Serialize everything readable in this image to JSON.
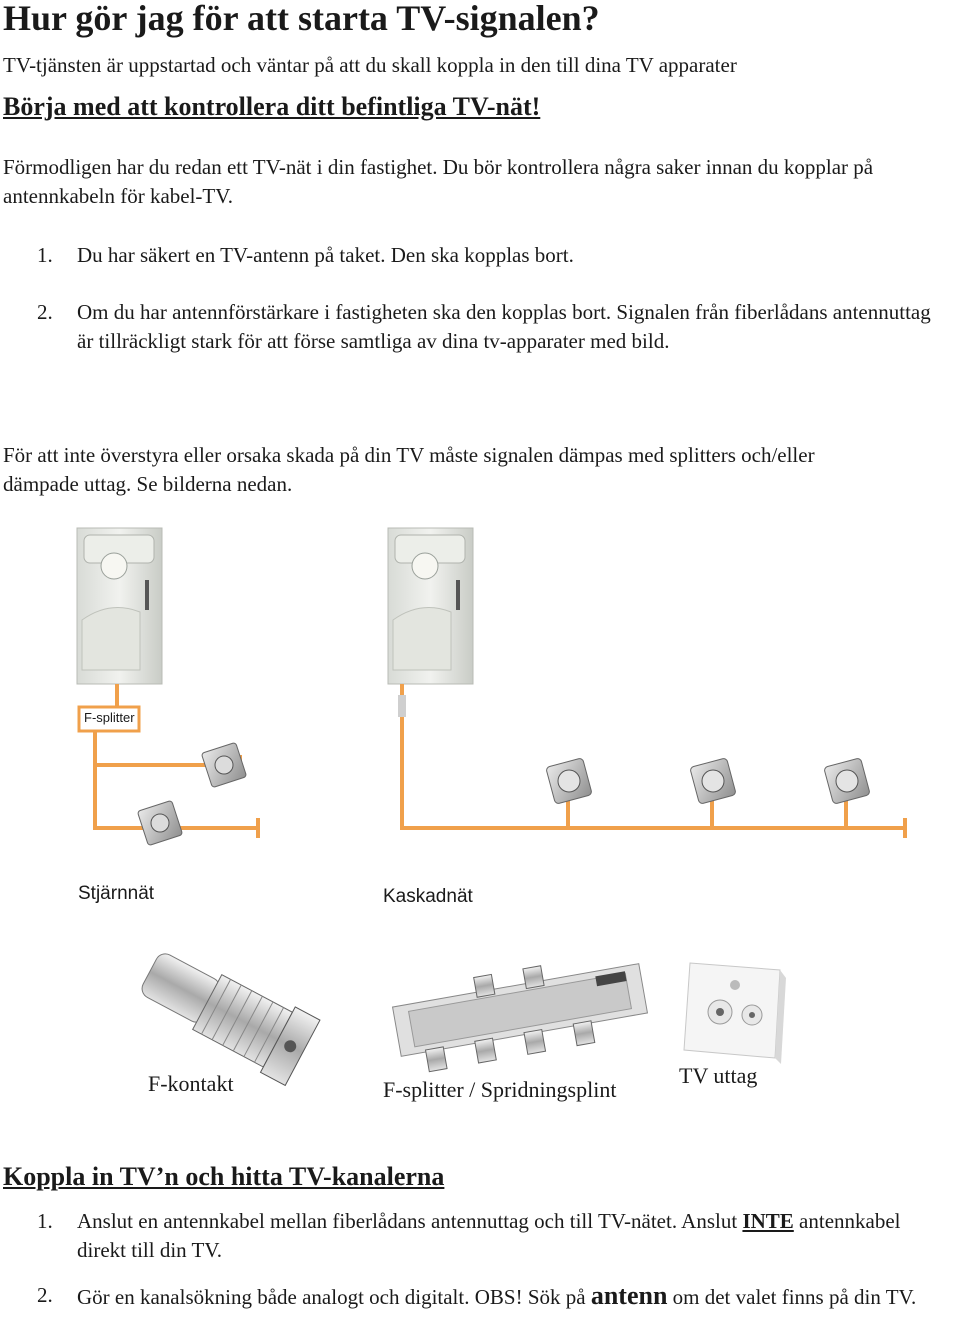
{
  "title": "Hur gör jag för att starta TV-signalen?",
  "intro": "TV-tjänsten är uppstartad och väntar på att du skall koppla in den till dina TV apparater",
  "section1_heading": "Börja med att kontrollera ditt befintliga TV-nät!",
  "para1": "Förmodligen har du redan ett TV-nät i din fastighet. Du bör kontrollera några saker innan du kopplar på antennkabeln för kabel-TV.",
  "list1": [
    {
      "num": "1.",
      "text": "Du har säkert en TV-antenn på taket. Den ska kopplas bort."
    },
    {
      "num": "2.",
      "text": "Om du har antennförstärkare i fastigheten ska den kopplas bort. Signalen från fiberlådans antennuttag är tillräckligt stark för att förse samtliga av dina tv-apparater med bild."
    }
  ],
  "para2": "För att inte överstyra eller orsaka skada på din TV måste signalen dämpas med splitters och/eller dämpade uttag. Se bilderna nedan.",
  "diagram": {
    "splitter_label": "F-splitter",
    "star_label": "Stjärnnät",
    "cascade_label": "Kaskadnät",
    "line_color": "#f0a04b"
  },
  "products": {
    "fkontakt": "F-kontakt",
    "fsplitter": "F-splitter / Spridningsplint",
    "tvuttag": "TV uttag"
  },
  "section2_heading": "Koppla in TV’n och hitta TV-kanalerna",
  "list2": {
    "item1_num": "1.",
    "item1_a": "Anslut en antennkabel mellan fiberlådans antennuttag och till TV-nätet. Anslut ",
    "item1_emph": "INTE",
    "item1_b": " antennkabel direkt till din TV.",
    "item2_num": "2.",
    "item2_a": "Gör en kanalsökning både analogt och digitalt. OBS! Sök på ",
    "item2_emph": "antenn",
    "item2_b": " om det valet finns på din TV."
  }
}
